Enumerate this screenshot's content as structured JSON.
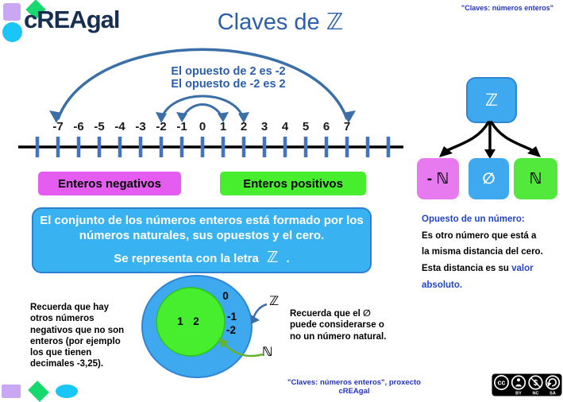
{
  "header": {
    "logo_text": "cREAgal",
    "title": "Claves de ℤ",
    "corner_quote": "\"Claves: números enteros\""
  },
  "colors": {
    "title_blue": "#2b5fae",
    "arc_blue": "#3a6fa8",
    "tick_blue": "#4472c4",
    "box_blue": "#38b2f0",
    "magenta": "#e55cf0",
    "green": "#46ee2e",
    "note_blue": "#2233cc"
  },
  "opposites": {
    "line1": "El opuesto de 2 es -2",
    "line2": "El opuesto de -2 es 2"
  },
  "number_line": {
    "labels": [
      "-7",
      "-6",
      "-5",
      "-4",
      "-3",
      "-2",
      "-1",
      "0",
      "1",
      "2",
      "3",
      "4",
      "5",
      "6",
      "7"
    ]
  },
  "categories": {
    "negative": "Enteros negativos",
    "positive": "Enteros positivos"
  },
  "definition": {
    "line1": "El conjunto de los números enteros está formado por los",
    "line2": "números naturales, sus opuestos y el cero.",
    "line3_prefix": "Se representa con la letra",
    "symbol": "ℤ",
    "line3_suffix": "."
  },
  "set_tree": {
    "root": "ℤ",
    "child_negative": "- ℕ",
    "child_zero": "∅",
    "child_natural": "ℕ"
  },
  "opposite_note": {
    "title": "Opuesto de un número:",
    "line2": "Es otro número que está a",
    "line3": "la misma distancia del cero.",
    "line4_black": "Esta distancia es su ",
    "line4_blue": "valor",
    "line5_blue": "absoluto."
  },
  "venn": {
    "inner_values": [
      "1",
      "2"
    ],
    "outer_values": [
      "0",
      "-1",
      "-2"
    ],
    "outer_label": "ℤ",
    "inner_label": "ℕ"
  },
  "note_left": [
    "Recuerda que hay",
    "otros números",
    "negativos que no son",
    "enteros (por ejemplo",
    "los que tienen",
    "decimales -3,25)."
  ],
  "note_zero": [
    "Recuerda que el ∅",
    "puede considerarse o",
    "no un número natural."
  ],
  "footer": {
    "credit": "\"Claves: números enteros\", proxecto cREAgal",
    "license": {
      "cc": "cc",
      "nc_symbol": "$",
      "by": "BY",
      "nc": "NC",
      "sa": "SA"
    }
  }
}
